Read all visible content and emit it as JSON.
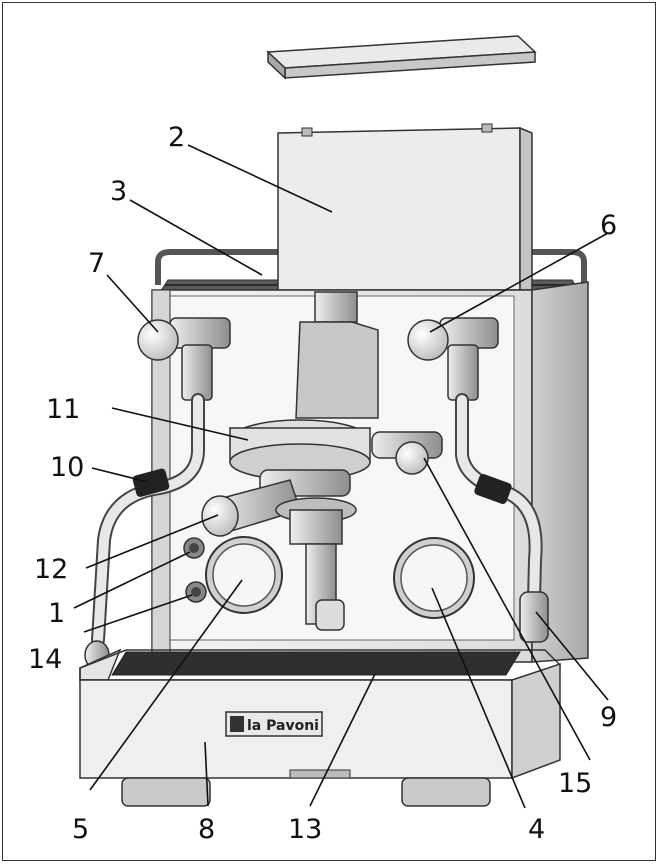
{
  "diagram": {
    "brand_logo_text": "la Pavoni",
    "callouts": [
      {
        "id": "c1",
        "label": "1"
      },
      {
        "id": "c2",
        "label": "2"
      },
      {
        "id": "c3",
        "label": "3"
      },
      {
        "id": "c4",
        "label": "4"
      },
      {
        "id": "c5",
        "label": "5"
      },
      {
        "id": "c6",
        "label": "6"
      },
      {
        "id": "c7",
        "label": "7"
      },
      {
        "id": "c8",
        "label": "8"
      },
      {
        "id": "c9",
        "label": "9"
      },
      {
        "id": "c10",
        "label": "10"
      },
      {
        "id": "c11",
        "label": "11"
      },
      {
        "id": "c12",
        "label": "12"
      },
      {
        "id": "c13",
        "label": "13"
      },
      {
        "id": "c14",
        "label": "14"
      },
      {
        "id": "c15",
        "label": "15"
      }
    ]
  }
}
